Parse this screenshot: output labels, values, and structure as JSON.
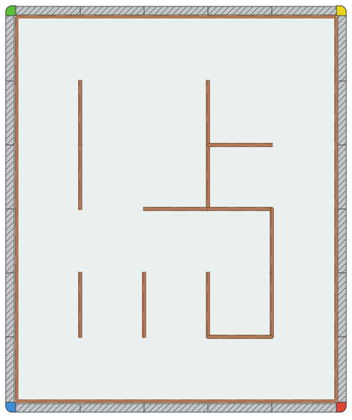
{
  "game": {
    "type": "maze-board",
    "grid": {
      "columns": 5,
      "rows": 6
    },
    "floor_color": "#e9f0ef",
    "rail_color": "#b8bcbf",
    "wood_color": "#ad7a5a",
    "corners": {
      "top_left": "#5bbf3a",
      "top_right": "#e8d21c",
      "bottom_left": "#3f8fd8",
      "bottom_right": "#e0453a"
    },
    "walls": [
      {
        "orientation": "v",
        "col": 1,
        "row": 1
      },
      {
        "orientation": "v",
        "col": 1,
        "row": 2
      },
      {
        "orientation": "v",
        "col": 3,
        "row": 1
      },
      {
        "orientation": "v",
        "col": 3,
        "row": 2
      },
      {
        "orientation": "h",
        "col": 3,
        "row": 2
      },
      {
        "orientation": "h",
        "col": 2,
        "row": 3
      },
      {
        "orientation": "h",
        "col": 3,
        "row": 3
      },
      {
        "orientation": "v",
        "col": 4,
        "row": 3
      },
      {
        "orientation": "v",
        "col": 4,
        "row": 4
      },
      {
        "orientation": "v",
        "col": 1,
        "row": 4
      },
      {
        "orientation": "v",
        "col": 2,
        "row": 4
      },
      {
        "orientation": "v",
        "col": 3,
        "row": 4
      },
      {
        "orientation": "h",
        "col": 3,
        "row": 5
      }
    ]
  }
}
